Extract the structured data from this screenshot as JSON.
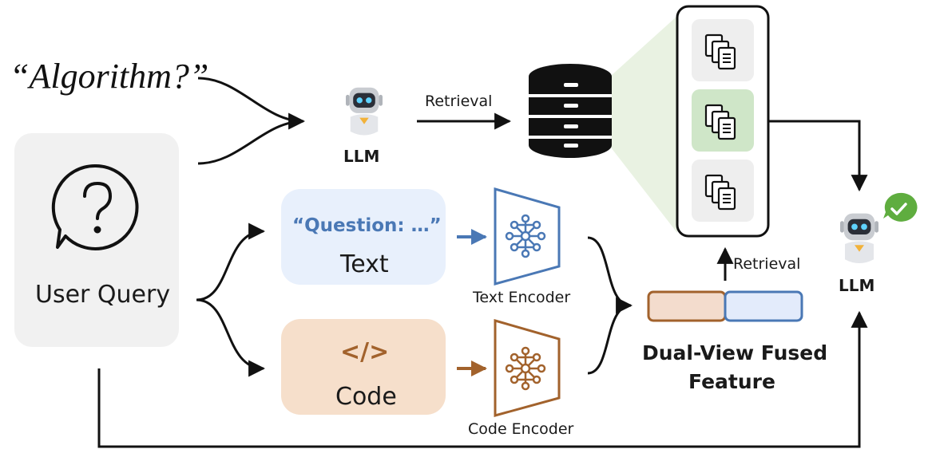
{
  "query_quote": "“Algorithm?”",
  "user_query": {
    "label": "User Query",
    "icon": "question-bubble-icon"
  },
  "llm_top": {
    "label": "LLM",
    "icon": "robot-icon"
  },
  "retrieval_top": "Retrieval",
  "database": {
    "icon": "database-icon"
  },
  "doc_stack": {
    "icon": "documents-icon",
    "highlight_color": "#cfe6c8"
  },
  "text_box": {
    "quote": "“Question: …”",
    "label": "Text",
    "color": "#e8f0fc"
  },
  "code_box": {
    "symbol": "</>",
    "label": "Code",
    "color": "#f6dfcb"
  },
  "text_encoder": {
    "label": "Text Encoder",
    "color": "#4a78b5"
  },
  "code_encoder": {
    "label": "Code Encoder",
    "color": "#a2622c"
  },
  "fused": {
    "label_line1": "Dual-View Fused",
    "label_line2": "Feature",
    "left_color": "#f3dccd",
    "right_color": "#e3ebfb"
  },
  "retrieval_bottom": "Retrieval",
  "llm_right": {
    "label": "LLM",
    "icon": "robot-icon",
    "badge": "check-icon",
    "badge_color": "#5fad3f"
  }
}
